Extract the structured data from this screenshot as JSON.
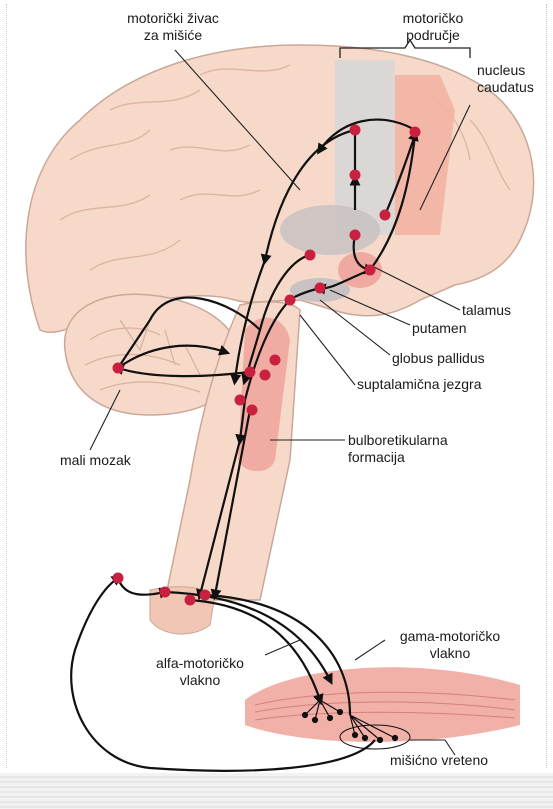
{
  "labels": {
    "motor_nerve": "motorički živac\nza mišiće",
    "motor_area": "motoričko\npodručje",
    "nucleus_caudatus": "nucleus\ncaudatus",
    "talamus": "talamus",
    "putamen": "putamen",
    "globus_pallidus": "globus pallidus",
    "subthalamic": "suptalamična jezgra",
    "cerebellum": "mali mozak",
    "bulboreticular": "bulboretikularna\nformacija",
    "alpha_fiber": "alfa-motoričko\nvlakno",
    "gamma_fiber": "gama-motoričko\nvlakno",
    "muscle_spindle": "mišićno vreteno"
  },
  "colors": {
    "brain_fill": "#f7d9c9",
    "brain_stroke": "#c9a898",
    "motor_area_fill": "#d6d6d6",
    "caudate_fill": "#f2b3a4",
    "basal_ganglia_fill": "#c8c2c2",
    "reticular_fill": "#eea39b",
    "node": "#c8203e",
    "arrow": "#111111",
    "muscle_fill": "#f0a8a0"
  }
}
